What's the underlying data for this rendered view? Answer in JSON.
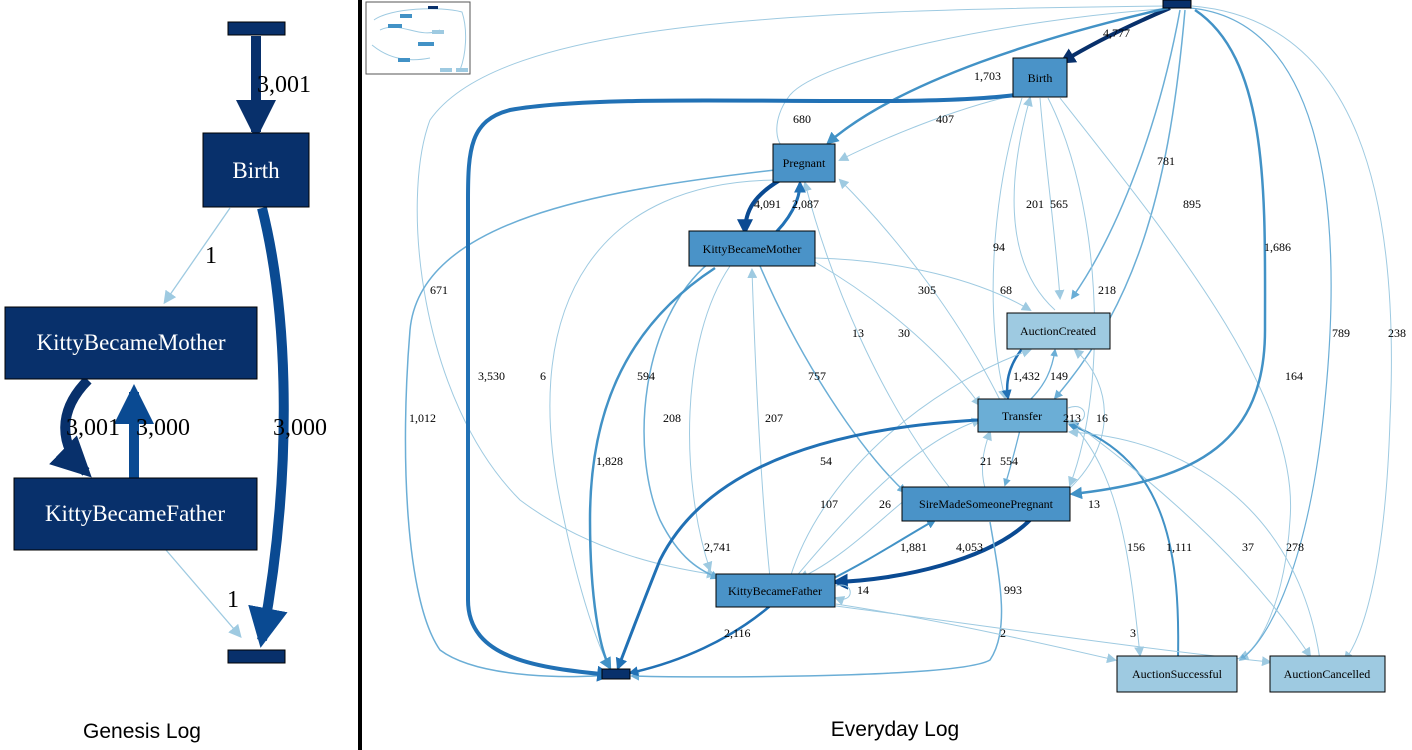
{
  "panels": {
    "genesis": {
      "caption": "Genesis Log",
      "nodes": {
        "birth": "Birth",
        "mother": "KittyBecameMother",
        "father": "KittyBecameFather"
      },
      "edges": {
        "start_birth": "3,001",
        "birth_mother": "1",
        "birth_end": "3,000",
        "mother_father": "3,001",
        "father_mother": "3,000",
        "father_end": "1"
      }
    },
    "everyday": {
      "caption": "Everyday Log",
      "nodes": {
        "birth": "Birth",
        "pregnant": "Pregnant",
        "mother": "KittyBecameMother",
        "auction_created": "AuctionCreated",
        "transfer": "Transfer",
        "sire": "SireMadeSomeonePregnant",
        "father": "KittyBecameFather",
        "auction_successful": "AuctionSuccessful",
        "auction_cancelled": "AuctionCancelled"
      },
      "edges": {
        "e4777": "4,777",
        "e1703": "1,703",
        "e407": "407",
        "e680": "680",
        "e781": "781",
        "e895": "895",
        "e1686": "1,686",
        "e201": "201",
        "e565": "565",
        "e94": "94",
        "e218": "218",
        "e4091": "4,091",
        "e2087": "2,087",
        "e671": "671",
        "e305": "305",
        "e68": "68",
        "e13a": "13",
        "e30": "30",
        "e3530": "3,530",
        "e6": "6",
        "e594": "594",
        "e757": "757",
        "e1432": "1,432",
        "e149": "149",
        "e164": "164",
        "e789": "789",
        "e238": "238",
        "e1012": "1,012",
        "e208": "208",
        "e207": "207",
        "e1828": "1,828",
        "e16": "16",
        "e213": "213",
        "e21": "21",
        "e554": "554",
        "e54": "54",
        "e107": "107",
        "e26": "26",
        "e13b": "13",
        "e1881": "1,881",
        "e4053": "4,053",
        "e2741": "2,741",
        "e14": "14",
        "e156": "156",
        "e1111": "1,111",
        "e37": "37",
        "e278": "278",
        "e993": "993",
        "e2116": "2,116",
        "e2": "2",
        "e3": "3"
      }
    }
  },
  "colors": {
    "darkest": "#08306b",
    "dark": "#0a4a92",
    "medium": "#2171b5",
    "mid_light": "#4292c6",
    "light": "#6baed6",
    "lighter": "#9ecae1",
    "node_mid": "#4a93c8",
    "node_light": "#9ecae1",
    "divider": "#000000"
  }
}
